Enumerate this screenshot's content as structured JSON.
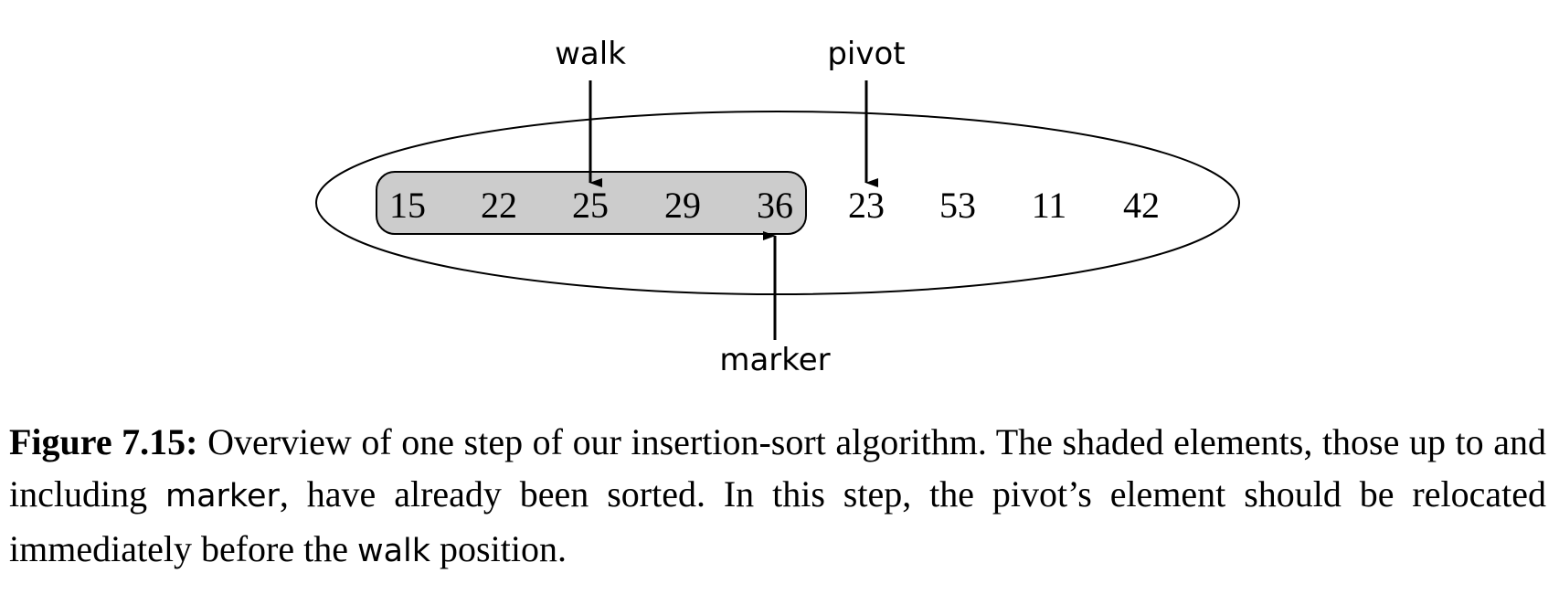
{
  "diagram": {
    "sorted_values": [
      "15",
      "22",
      "25",
      "29",
      "36"
    ],
    "unsorted_values": [
      "23",
      "53",
      "11",
      "42"
    ],
    "pointers": {
      "walk": "walk",
      "pivot": "pivot",
      "marker": "marker"
    }
  },
  "caption": {
    "label": "Figure 7.15:",
    "sentence_1": " Overview of one step of our insertion-sort algorithm.  The shaded elements, those up to and including ",
    "code_1": "marker",
    "sentence_2": ", have already been sorted. In this step, the pivot’s element should be relocated immediately before the ",
    "code_2": "walk",
    "sentence_3": " position."
  }
}
